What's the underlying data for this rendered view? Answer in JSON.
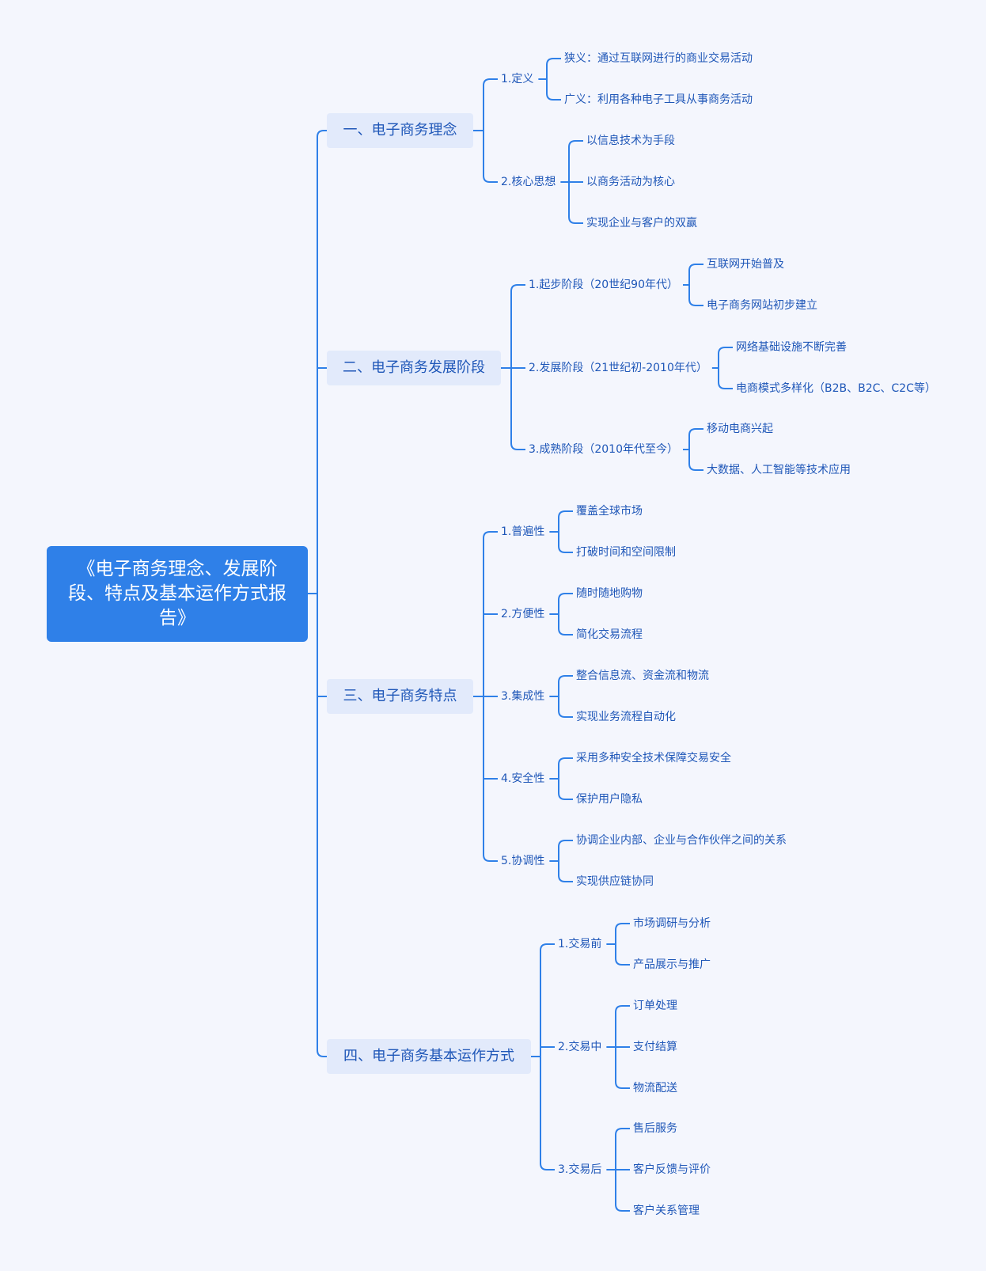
{
  "root": {
    "title": "《电子商务理念、发展阶段、特点及基本运作方式报告》"
  },
  "branches": [
    {
      "label": "一、电子商务理念",
      "children": [
        {
          "label": "1.定义",
          "items": [
            "狭义：通过互联网进行的商业交易活动",
            "广义：利用各种电子工具从事商务活动"
          ]
        },
        {
          "label": "2.核心思想",
          "items": [
            "以信息技术为手段",
            "以商务活动为核心",
            "实现企业与客户的双赢"
          ]
        }
      ]
    },
    {
      "label": "二、电子商务发展阶段",
      "children": [
        {
          "label": "1.起步阶段（20世纪90年代）",
          "items": [
            "互联网开始普及",
            "电子商务网站初步建立"
          ]
        },
        {
          "label": "2.发展阶段（21世纪初-2010年代）",
          "items": [
            "网络基础设施不断完善",
            "电商模式多样化（B2B、B2C、C2C等）"
          ]
        },
        {
          "label": "3.成熟阶段（2010年代至今）",
          "items": [
            "移动电商兴起",
            "大数据、人工智能等技术应用"
          ]
        }
      ]
    },
    {
      "label": "三、电子商务特点",
      "children": [
        {
          "label": "1.普遍性",
          "items": [
            "覆盖全球市场",
            "打破时间和空间限制"
          ]
        },
        {
          "label": "2.方便性",
          "items": [
            "随时随地购物",
            "简化交易流程"
          ]
        },
        {
          "label": "3.集成性",
          "items": [
            "整合信息流、资金流和物流",
            "实现业务流程自动化"
          ]
        },
        {
          "label": "4.安全性",
          "items": [
            "采用多种安全技术保障交易安全",
            "保护用户隐私"
          ]
        },
        {
          "label": "5.协调性",
          "items": [
            "协调企业内部、企业与合作伙伴之间的关系",
            "实现供应链协同"
          ]
        }
      ]
    },
    {
      "label": "四、电子商务基本运作方式",
      "children": [
        {
          "label": "1.交易前",
          "items": [
            "市场调研与分析",
            "产品展示与推广"
          ]
        },
        {
          "label": "2.交易中",
          "items": [
            "订单处理",
            "支付结算",
            "物流配送"
          ]
        },
        {
          "label": "3.交易后",
          "items": [
            "售后服务",
            "客户反馈与评价",
            "客户关系管理"
          ]
        }
      ]
    }
  ],
  "colors": {
    "line": "#2f80e8",
    "root_bg": "#2f80e8",
    "branch_bg": "#e2eafb",
    "text": "#1f57b8",
    "background": "#f4f6fd"
  }
}
